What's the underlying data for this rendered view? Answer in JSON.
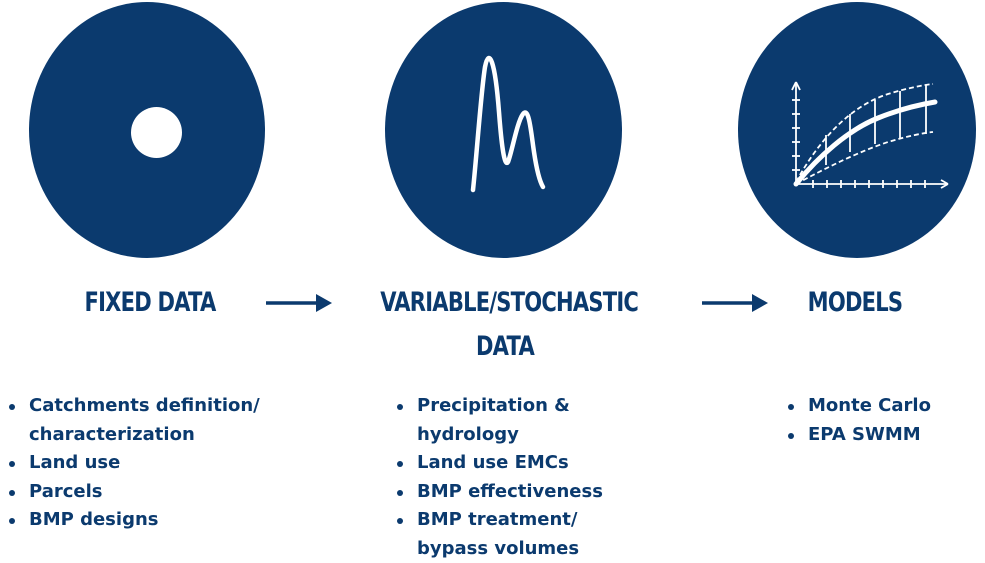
{
  "colors": {
    "primary": "#0b3a6e",
    "background": "#ffffff"
  },
  "columns": [
    {
      "heading": "FIXED DATA",
      "icon": "dot-icon",
      "bullets": [
        "Catchments definition/",
        "characterization",
        "Land use",
        "Parcels",
        "BMP designs"
      ],
      "bullet_starts": [
        true,
        false,
        true,
        true,
        true
      ]
    },
    {
      "heading_line1": "VARIABLE/STOCHASTIC",
      "heading_line2": "DATA",
      "icon": "wave-icon",
      "bullets": [
        "Precipitation &",
        "hydrology",
        "Land use EMCs",
        "BMP effectiveness",
        "BMP treatment/",
        "bypass volumes"
      ],
      "bullet_starts": [
        true,
        false,
        true,
        true,
        true,
        false
      ]
    },
    {
      "heading": "MODELS",
      "icon": "graph-icon",
      "bullets": [
        "Monte Carlo",
        "EPA SWMM"
      ],
      "bullet_starts": [
        true,
        true
      ]
    }
  ],
  "arrows": [
    "arrow-right-icon",
    "arrow-right-icon"
  ]
}
